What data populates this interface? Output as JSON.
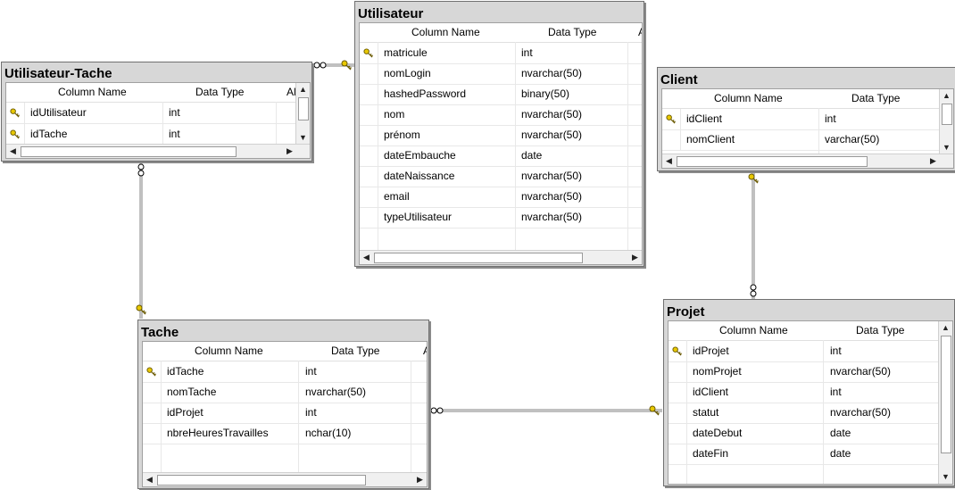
{
  "header_labels": {
    "column_name": "Column Name",
    "data_type": "Data Type",
    "allow": "A",
    "allow_ut": "Al"
  },
  "colors": {
    "key": "#e8c800",
    "line": "#808080",
    "title_bar": "#d7d7d7"
  },
  "tables": {
    "utilisateur_tache": {
      "title": "Utilisateur-Tache",
      "rows": [
        {
          "name": "idUtilisateur",
          "type": "int",
          "key": true
        },
        {
          "name": "idTache",
          "type": "int",
          "key": true
        }
      ]
    },
    "utilisateur": {
      "title": "Utilisateur",
      "rows": [
        {
          "name": "matricule",
          "type": "int",
          "key": true
        },
        {
          "name": "nomLogin",
          "type": "nvarchar(50)",
          "key": false
        },
        {
          "name": "hashedPassword",
          "type": "binary(50)",
          "key": false
        },
        {
          "name": "nom",
          "type": "nvarchar(50)",
          "key": false
        },
        {
          "name": "prénom",
          "type": "nvarchar(50)",
          "key": false
        },
        {
          "name": "dateEmbauche",
          "type": "date",
          "key": false
        },
        {
          "name": "dateNaissance",
          "type": "nvarchar(50)",
          "key": false
        },
        {
          "name": "email",
          "type": "nvarchar(50)",
          "key": false
        },
        {
          "name": "typeUtilisateur",
          "type": "nvarchar(50)",
          "key": false
        }
      ]
    },
    "client": {
      "title": "Client",
      "rows": [
        {
          "name": "idClient",
          "type": "int",
          "key": true
        },
        {
          "name": "nomClient",
          "type": "varchar(50)",
          "key": false
        }
      ]
    },
    "tache": {
      "title": "Tache",
      "rows": [
        {
          "name": "idTache",
          "type": "int",
          "key": true
        },
        {
          "name": "nomTache",
          "type": "nvarchar(50)",
          "key": false
        },
        {
          "name": "idProjet",
          "type": "int",
          "key": false
        },
        {
          "name": "nbreHeuresTravailles",
          "type": "nchar(10)",
          "key": false
        }
      ]
    },
    "projet": {
      "title": "Projet",
      "rows": [
        {
          "name": "idProjet",
          "type": "int",
          "key": true
        },
        {
          "name": "nomProjet",
          "type": "nvarchar(50)",
          "key": false
        },
        {
          "name": "idClient",
          "type": "int",
          "key": false
        },
        {
          "name": "statut",
          "type": "nvarchar(50)",
          "key": false
        },
        {
          "name": "dateDebut",
          "type": "date",
          "key": false
        },
        {
          "name": "dateFin",
          "type": "date",
          "key": false
        }
      ]
    }
  }
}
